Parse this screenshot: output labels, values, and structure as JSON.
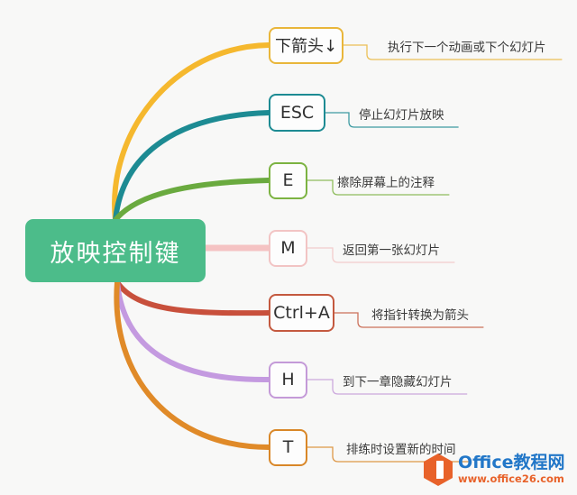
{
  "diagram": {
    "type": "mind-map",
    "background_color": "#f8f8f7",
    "center": {
      "label": "放映控制键",
      "fill_color": "#4cbc8a",
      "text_color": "#ffffff"
    },
    "branches": [
      {
        "key": "下箭头↓",
        "description": "执行下一个动画或下个幻灯片",
        "color": "#e9b63a",
        "curve_color": "#f5b82e"
      },
      {
        "key": "ESC",
        "description": "停止幻灯片放映",
        "color": "#1d8b93",
        "curve_color": "#1d8b93"
      },
      {
        "key": "E",
        "description": "擦除屏幕上的注释",
        "color": "#7cb342",
        "curve_color": "#6aaa3f"
      },
      {
        "key": "M",
        "description": "返回第一张幻灯片",
        "color": "#f2c4c4",
        "curve_color": "#f5c3c3"
      },
      {
        "key": "Ctrl+A",
        "description": "将指针转换为箭头",
        "color": "#c4593f",
        "curve_color": "#c8503c"
      },
      {
        "key": "H",
        "description": "到下一章隐藏幻灯片",
        "color": "#c49ad8",
        "curve_color": "#c49ae0"
      },
      {
        "key": "T",
        "description": "排练时设置新的时间",
        "color": "#d98728",
        "curve_color": "#e08a28"
      }
    ]
  },
  "watermark": {
    "title": "Office教程网",
    "url": "www.office26.com",
    "logo_name": "office-logo",
    "title_color": "#2277c8",
    "url_color": "#e8622a"
  }
}
